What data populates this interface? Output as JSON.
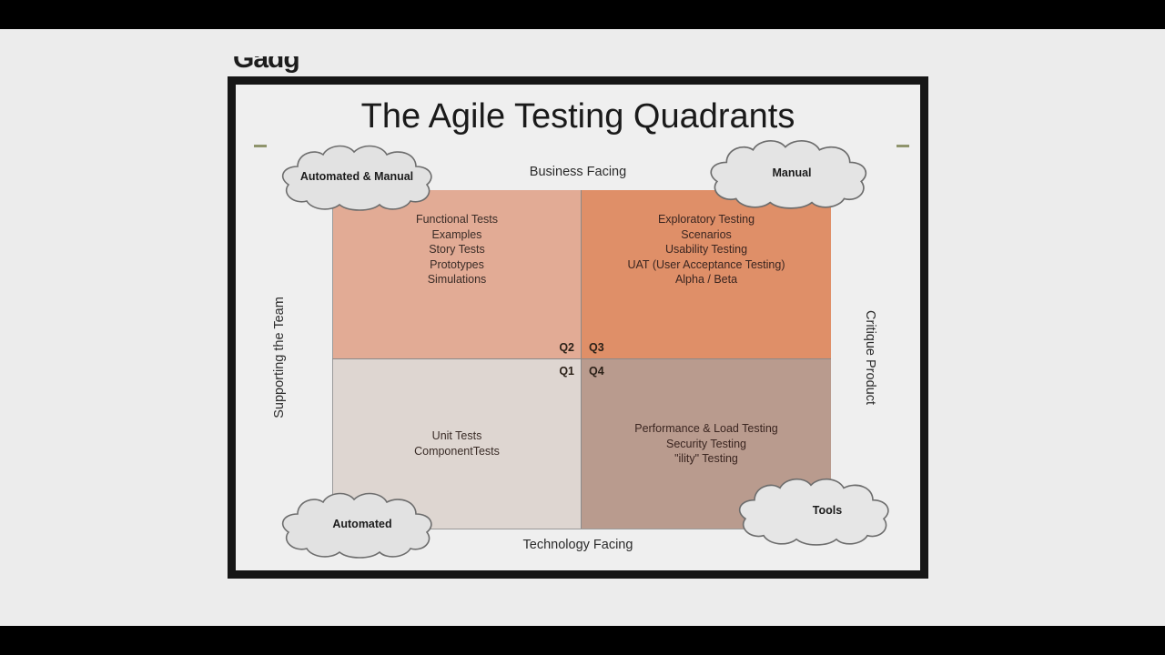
{
  "video": {
    "clipped_overlay_text": "Gadg"
  },
  "slide": {
    "title": "The Agile Testing Quadrants",
    "axis_labels": {
      "top": "Business Facing",
      "bottom": "Technology Facing",
      "left": "Supporting the Team",
      "right": "Critique Product"
    },
    "quadrants": [
      {
        "id": "q2",
        "label": "Q2",
        "color": "#e2ab95",
        "items": [
          "Functional Tests",
          "Examples",
          "Story Tests",
          "Prototypes",
          "Simulations"
        ]
      },
      {
        "id": "q3",
        "label": "Q3",
        "color": "#df8f68",
        "items": [
          "Exploratory Testing",
          "Scenarios",
          "Usability Testing",
          "UAT (User Acceptance Testing)",
          "Alpha / Beta"
        ]
      },
      {
        "id": "q1",
        "label": "Q1",
        "color": "#ded6d1",
        "items": [
          "Unit Tests",
          "ComponentTests"
        ]
      },
      {
        "id": "q4",
        "label": "Q4",
        "color": "#b99b8e",
        "items": [
          "Performance & Load Testing",
          "Security Testing",
          "\"ility\" Testing"
        ]
      }
    ],
    "clouds": {
      "top_left": "Automated & Manual",
      "top_right": "Manual",
      "bottom_left": "Automated",
      "bottom_right": "Tools"
    }
  }
}
